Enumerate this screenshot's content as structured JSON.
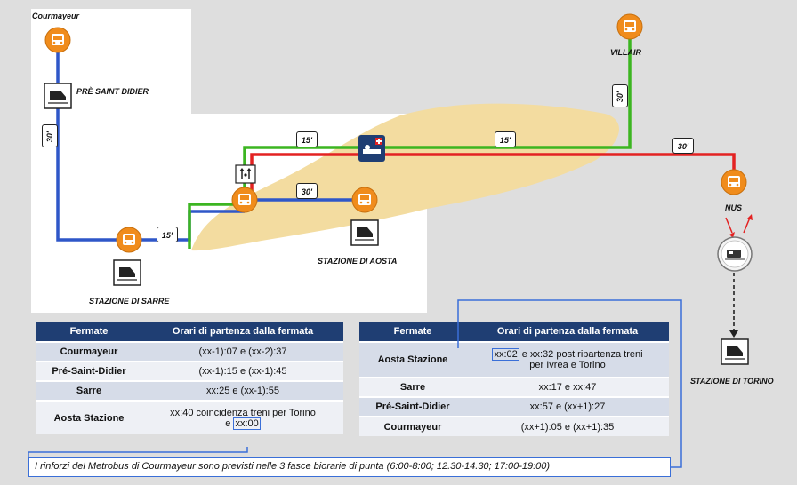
{
  "map": {
    "places": {
      "courmayeur": "Courmayeur",
      "pre_saint_didier": "PRÈ SAINT DIDIER",
      "villair": "VILLAIR",
      "nus": "NUS",
      "stazione_sarre": "STAZIONE DI SARRE",
      "stazione_aosta": "STAZIONE DI AOSTA",
      "stazione_torino": "STAZIONE DI TORINO"
    },
    "times": {
      "courmayeur_pre": "30'",
      "sarre_aosta": "15'",
      "aosta_hospital": "15'",
      "aosta_station": "30'",
      "hospital_villair_junction": "15'",
      "villair": "30'",
      "nus": "30'"
    },
    "line_colors": {
      "blue": "#2f57c8",
      "green": "#3cb521",
      "red": "#e32222",
      "bus": "#f08c1c"
    }
  },
  "table_left": {
    "headers": [
      "Fermate",
      "Orari di partenza dalla fermata"
    ],
    "rows": [
      {
        "stop": "Courmayeur",
        "times": "(xx-1):07 e (xx-2):37"
      },
      {
        "stop": "Pré-Saint-Didier",
        "times": "(xx-1):15 e (xx-1):45"
      },
      {
        "stop": "Sarre",
        "times": "xx:25 e (xx-1):55"
      },
      {
        "stop": "Aosta Stazione",
        "times_line1": "xx:40 coincidenza treni per Torino",
        "times_line2_pre": "e ",
        "times_line2_hl": "xx:00"
      }
    ]
  },
  "table_right": {
    "headers": [
      "Fermate",
      "Orari di partenza dalla fermata"
    ],
    "rows": [
      {
        "stop": "Aosta Stazione",
        "times_hl": "xx:02",
        "times_line1_post": " e xx:32 post ripartenza treni",
        "times_line2": "per Ivrea e Torino"
      },
      {
        "stop": "Sarre",
        "times": "xx:17 e xx:47"
      },
      {
        "stop": "Pré-Saint-Didier",
        "times": "xx:57 e (xx+1):27"
      },
      {
        "stop": "Courmayeur",
        "times": "(xx+1):05 e (xx+1):35"
      }
    ]
  },
  "note": "I rinforzi del Metrobus di Courmayeur sono previsti nelle 3 fasce biorarie di punta (6:00-8:00; 12.30-14.30; 17:00-19:00)"
}
